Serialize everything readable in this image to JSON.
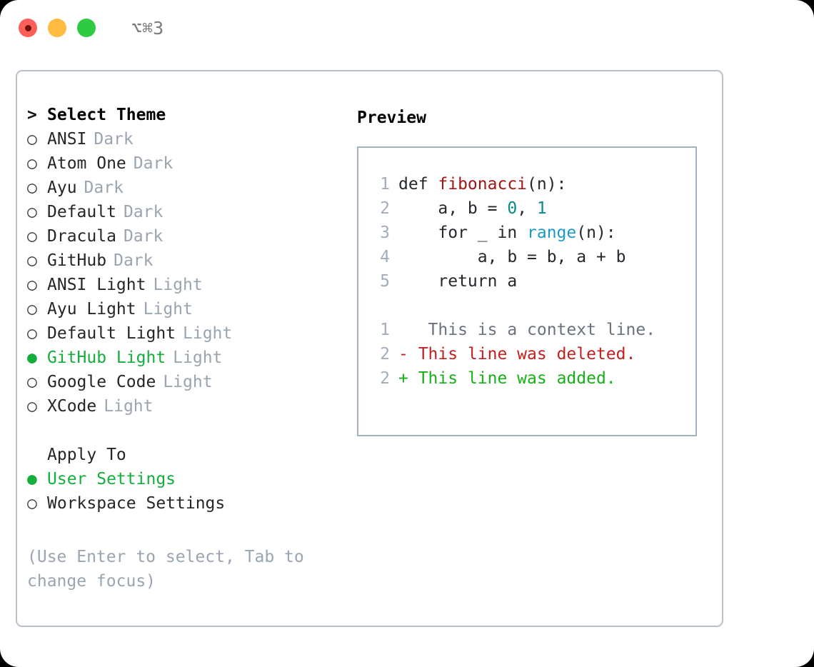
{
  "titlebar": {
    "shortcut": "⌥⌘3",
    "dots": [
      {
        "name": "close",
        "color": "#fc6058"
      },
      {
        "name": "minimize",
        "color": "#fdbc40"
      },
      {
        "name": "maximize",
        "color": "#2ecb42"
      }
    ]
  },
  "theme_picker": {
    "caret": ">",
    "heading": "Select Theme",
    "bullet_unselected": "○",
    "bullet_selected": "●",
    "items": [
      {
        "label": "ANSI",
        "badge": "Dark",
        "selected": false
      },
      {
        "label": "Atom One",
        "badge": "Dark",
        "selected": false
      },
      {
        "label": "Ayu",
        "badge": "Dark",
        "selected": false
      },
      {
        "label": "Default",
        "badge": "Dark",
        "selected": false
      },
      {
        "label": "Dracula",
        "badge": "Dark",
        "selected": false
      },
      {
        "label": "GitHub",
        "badge": "Dark",
        "selected": false
      },
      {
        "label": "ANSI Light",
        "badge": "Light",
        "selected": false
      },
      {
        "label": "Ayu Light",
        "badge": "Light",
        "selected": false
      },
      {
        "label": "Default Light",
        "badge": "Light",
        "selected": false
      },
      {
        "label": "GitHub Light",
        "badge": "Light",
        "selected": true
      },
      {
        "label": "Google Code",
        "badge": "Light",
        "selected": false
      },
      {
        "label": "XCode",
        "badge": "Light",
        "selected": false
      }
    ]
  },
  "apply_to": {
    "heading": "Apply To",
    "items": [
      {
        "label": "User Settings",
        "selected": true
      },
      {
        "label": "Workspace Settings",
        "selected": false
      }
    ]
  },
  "hint": "(Use Enter to select, Tab to change focus)",
  "preview": {
    "title": "Preview",
    "code": [
      {
        "num": "1",
        "tokens": [
          {
            "t": "def ",
            "c": "ctext"
          },
          {
            "t": "fibonacci",
            "c": "tok-fn"
          },
          {
            "t": "(n):",
            "c": "ctext"
          }
        ]
      },
      {
        "num": "2",
        "tokens": [
          {
            "t": "    a, b = ",
            "c": "ctext"
          },
          {
            "t": "0",
            "c": "tok-num"
          },
          {
            "t": ", ",
            "c": "ctext"
          },
          {
            "t": "1",
            "c": "tok-num"
          }
        ]
      },
      {
        "num": "3",
        "tokens": [
          {
            "t": "    for _ in ",
            "c": "ctext"
          },
          {
            "t": "range",
            "c": "tok-call"
          },
          {
            "t": "(n):",
            "c": "ctext"
          }
        ]
      },
      {
        "num": "4",
        "tokens": [
          {
            "t": "        a, b = b, a + b",
            "c": "ctext"
          }
        ]
      },
      {
        "num": "5",
        "tokens": [
          {
            "t": "    return a",
            "c": "ctext"
          }
        ]
      }
    ],
    "diff": [
      {
        "num": "1",
        "marker": " ",
        "text": "  This is a context line.",
        "kind": "diff-ctx"
      },
      {
        "num": "2",
        "marker": "-",
        "text": " This line was deleted.",
        "kind": "diff-del"
      },
      {
        "num": "2",
        "marker": "+",
        "text": " This line was added.",
        "kind": "diff-add"
      }
    ]
  },
  "colors": {
    "accent_green": "#14ae3c",
    "muted": "#9aa5b1",
    "border": "#b8c1cc",
    "preview_border": "#a4b0bf",
    "diff_add": "#17b017",
    "diff_del": "#c32020"
  }
}
